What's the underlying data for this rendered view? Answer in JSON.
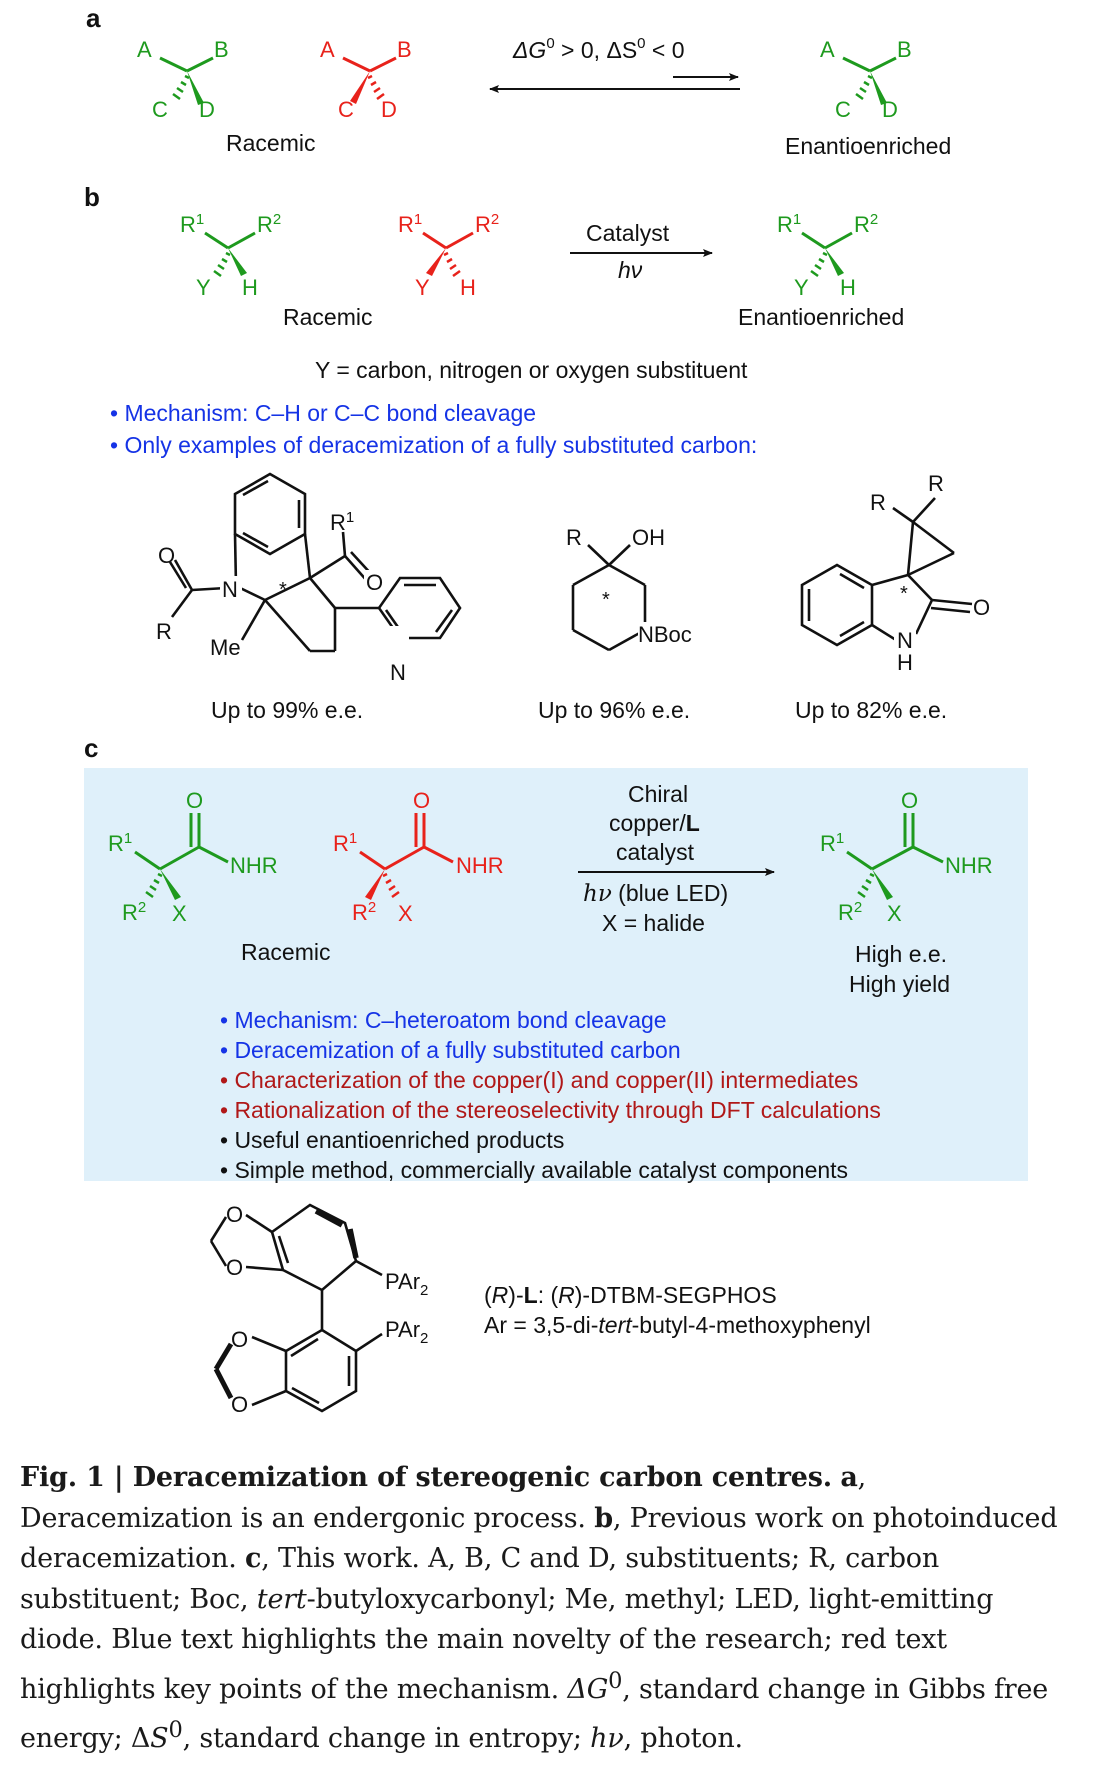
{
  "colors": {
    "green": "#1e9a1e",
    "red": "#e8221b",
    "blue": "#1533e6",
    "darkred": "#b01818",
    "box": "#dff0fa",
    "black": "#111111"
  },
  "panel_a": {
    "label": "a",
    "A": "A",
    "B": "B",
    "C": "C",
    "D": "D",
    "racemic": "Racemic",
    "enantio": "Enantioenriched",
    "cond_dG": "ΔG",
    "cond_mid": " > 0, ΔS",
    "cond_end": " < 0",
    "sup0": "0"
  },
  "panel_b": {
    "label": "b",
    "R": "R",
    "sup1": "1",
    "sup2": "2",
    "Y": "Y",
    "H": "H",
    "racemic": "Racemic",
    "enantio": "Enantioenriched",
    "catalyst": "Catalyst",
    "hv": "hν",
    "y_def": "Y = carbon, nitrogen or oxygen substituent",
    "bullet1": "• Mechanism: C–H or C–C bond cleavage",
    "bullet2": "• Only examples of deracemization of a fully substituted carbon:",
    "ex1": "Up to 99% e.e.",
    "ex2": "Up to 96% e.e.",
    "ex3": "Up to 82% e.e.",
    "atoms": {
      "O": "O",
      "N": "N",
      "R": "R",
      "Me": "Me",
      "star": "*",
      "OH": "OH",
      "NBoc": "NBoc",
      "H": "H"
    }
  },
  "panel_c": {
    "label": "c",
    "R": "R",
    "sup1": "1",
    "sup2": "2",
    "X": "X",
    "O": "O",
    "NHR": "NHR",
    "racemic": "Racemic",
    "chiral": "Chiral",
    "copper_pre": "copper/",
    "copper_L": "L",
    "cat": "catalyst",
    "hv_pre": "hν",
    "hv_post": " (blue LED)",
    "xdef": "X = halide",
    "high_ee": "High e.e.",
    "high_yield": "High yield",
    "bullets": [
      {
        "text": "• Mechanism: C–heteroatom bond cleavage",
        "color": "blue"
      },
      {
        "text": "• Deracemization of a fully substituted carbon",
        "color": "blue"
      },
      {
        "text": "• Characterization of the copper(I) and copper(II) intermediates",
        "color": "darkred"
      },
      {
        "text": "• Rationalization of the stereoselectivity through DFT calculations",
        "color": "darkred"
      },
      {
        "text": "• Useful enantioenriched products",
        "color": "black"
      },
      {
        "text": "• Simple method, commercially available catalyst components",
        "color": "black"
      }
    ]
  },
  "ligand": {
    "O": "O",
    "PAr": "PAr",
    "sub2": "2",
    "line1_a": "(",
    "line1_R": "R",
    "line1_b": ")-",
    "line1_L": "L",
    "line1_c": ": (",
    "line1_d": ")-DTBM-SEGPHOS",
    "line2_a": "Ar = 3,5-di-",
    "line2_tert": "tert",
    "line2_b": "-butyl-4-methoxyphenyl"
  },
  "caption": {
    "fig": "Fig. 1 | Deracemization of stereogenic carbon centres.",
    "a_lbl": "a",
    "a_txt": ", Deracemization is an endergonic process. ",
    "b_lbl": "b",
    "b_txt": ", Previous work on photoinduced deracemization. ",
    "c_lbl": "c",
    "c_txt": ", This work. A, B, C and D, substituents; R, carbon substituent; Boc, ",
    "tert": "tert",
    "rest": "-butyloxycarbonyl; Me, methyl; LED, light-emitting diode. Blue text highlights the main novelty of the research; red text highlights key points of the mechanism. ",
    "dG": "ΔG",
    "sup0": "0",
    "dG_txt": ", standard change in Gibbs free energy; Δ",
    "S": "S",
    "dS_txt": ", standard change in entropy; ",
    "hv": "hν",
    "hv_txt": ", photon."
  }
}
